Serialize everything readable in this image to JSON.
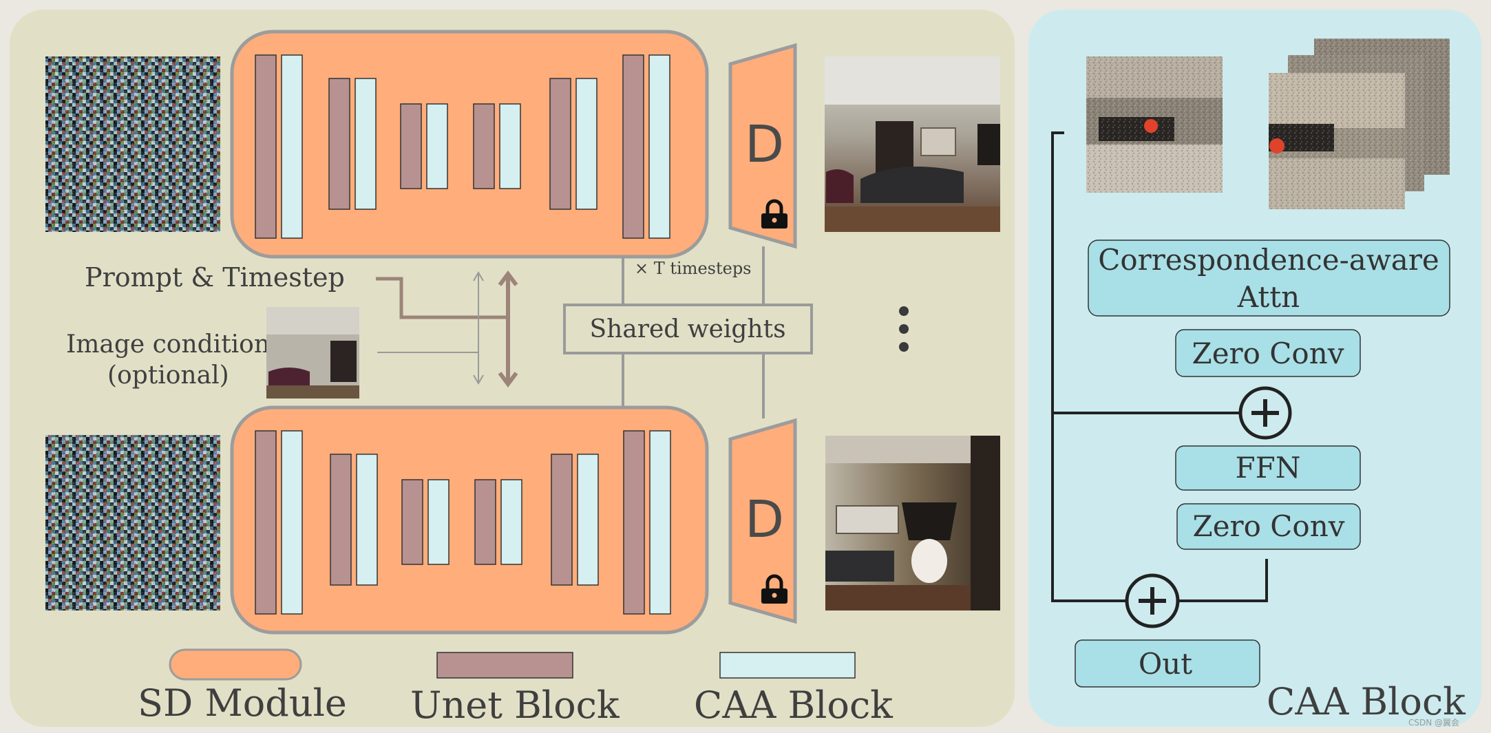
{
  "left_panel": {
    "prompt_label": "Prompt & Timestep",
    "image_condition_label_line1": "Image condition",
    "image_condition_label_line2": "(optional)",
    "timesteps_label": "× T timesteps",
    "shared_weights_label": "Shared weights",
    "decoder_letter": "D",
    "ellipsis_dots": 3
  },
  "legend": {
    "sd_module": "SD Module",
    "unet_block": "Unet Block",
    "caa_block": "CAA Block"
  },
  "right_panel": {
    "title": "CAA Block",
    "attn_line1": "Correspondence-aware",
    "attn_line2": "Attn",
    "zero_conv_top": "Zero Conv",
    "ffn": "FFN",
    "zero_conv_bottom": "Zero Conv",
    "out": "Out"
  },
  "watermark": "CSDN @翼会",
  "colors": {
    "left_panel_bg": "#e1dfc6",
    "right_panel_bg": "#cdebee",
    "sd_module": "#ffad7b",
    "unet_block": "#b79291",
    "caa_block": "#d6eff0",
    "caa_box": "#a9dfe6",
    "arrow_brown": "#9c8478",
    "line_gray": "#9a9a9a"
  }
}
